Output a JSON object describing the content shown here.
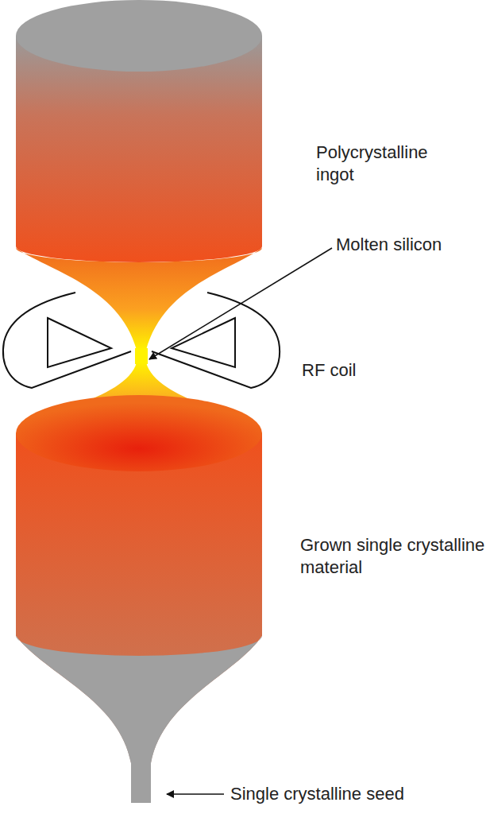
{
  "diagram": {
    "labels": [
      "Polycrystalline ingot",
      "Molten silicon",
      "RF coil",
      "Grown single crystalline material",
      "Single crystalline seed"
    ]
  }
}
